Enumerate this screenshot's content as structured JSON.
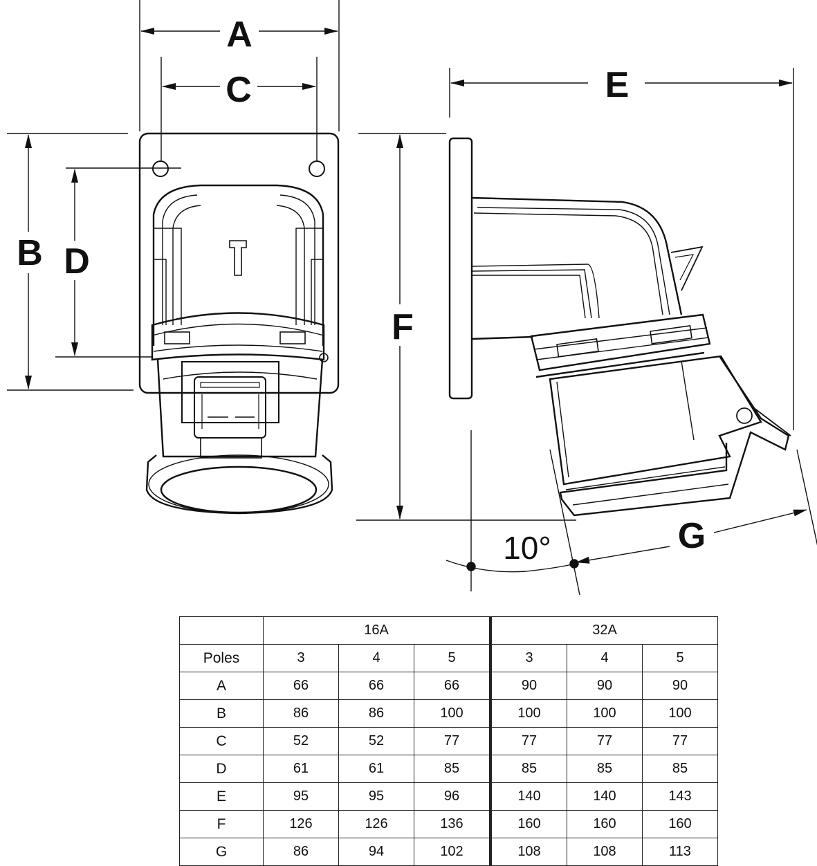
{
  "labels": {
    "A": "A",
    "B": "B",
    "C": "C",
    "D": "D",
    "E": "E",
    "F": "F",
    "G": "G",
    "angle": "10°",
    "plug_mark": "T"
  },
  "table": {
    "group_headers": [
      "16A",
      "32A"
    ],
    "poles_label": "Poles",
    "poles": [
      "3",
      "4",
      "5",
      "3",
      "4",
      "5"
    ],
    "rows": [
      {
        "label": "A",
        "values": [
          "66",
          "66",
          "66",
          "90",
          "90",
          "90"
        ]
      },
      {
        "label": "B",
        "values": [
          "86",
          "86",
          "100",
          "100",
          "100",
          "100"
        ]
      },
      {
        "label": "C",
        "values": [
          "52",
          "52",
          "77",
          "77",
          "77",
          "77"
        ]
      },
      {
        "label": "D",
        "values": [
          "61",
          "61",
          "85",
          "85",
          "85",
          "85"
        ]
      },
      {
        "label": "E",
        "values": [
          "95",
          "95",
          "96",
          "140",
          "140",
          "143"
        ]
      },
      {
        "label": "F",
        "values": [
          "126",
          "126",
          "136",
          "160",
          "160",
          "160"
        ]
      },
      {
        "label": "G",
        "values": [
          "86",
          "94",
          "102",
          "108",
          "108",
          "113"
        ]
      }
    ]
  }
}
